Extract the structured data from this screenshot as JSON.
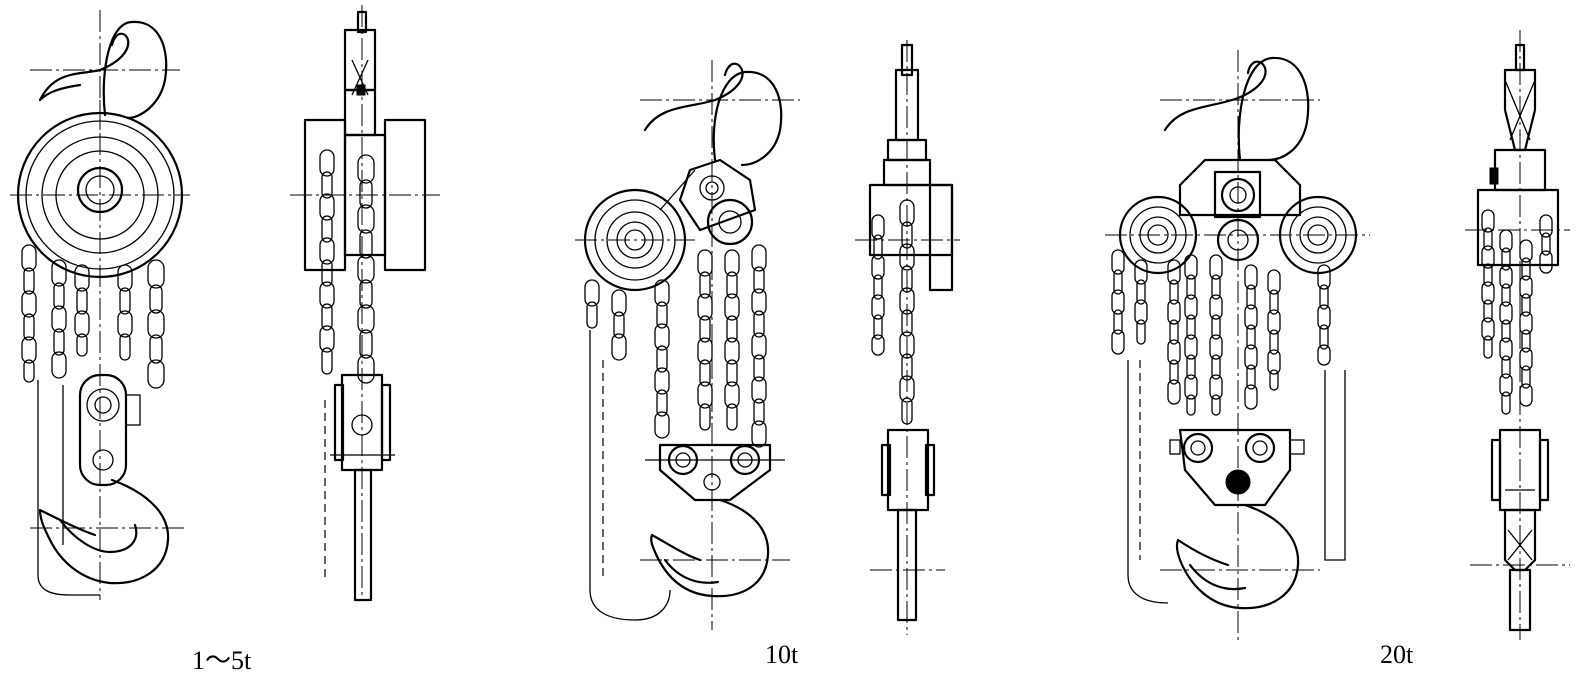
{
  "captions": [
    {
      "text": "1～5t"
    },
    {
      "text": "10t"
    },
    {
      "text": "20t"
    }
  ]
}
